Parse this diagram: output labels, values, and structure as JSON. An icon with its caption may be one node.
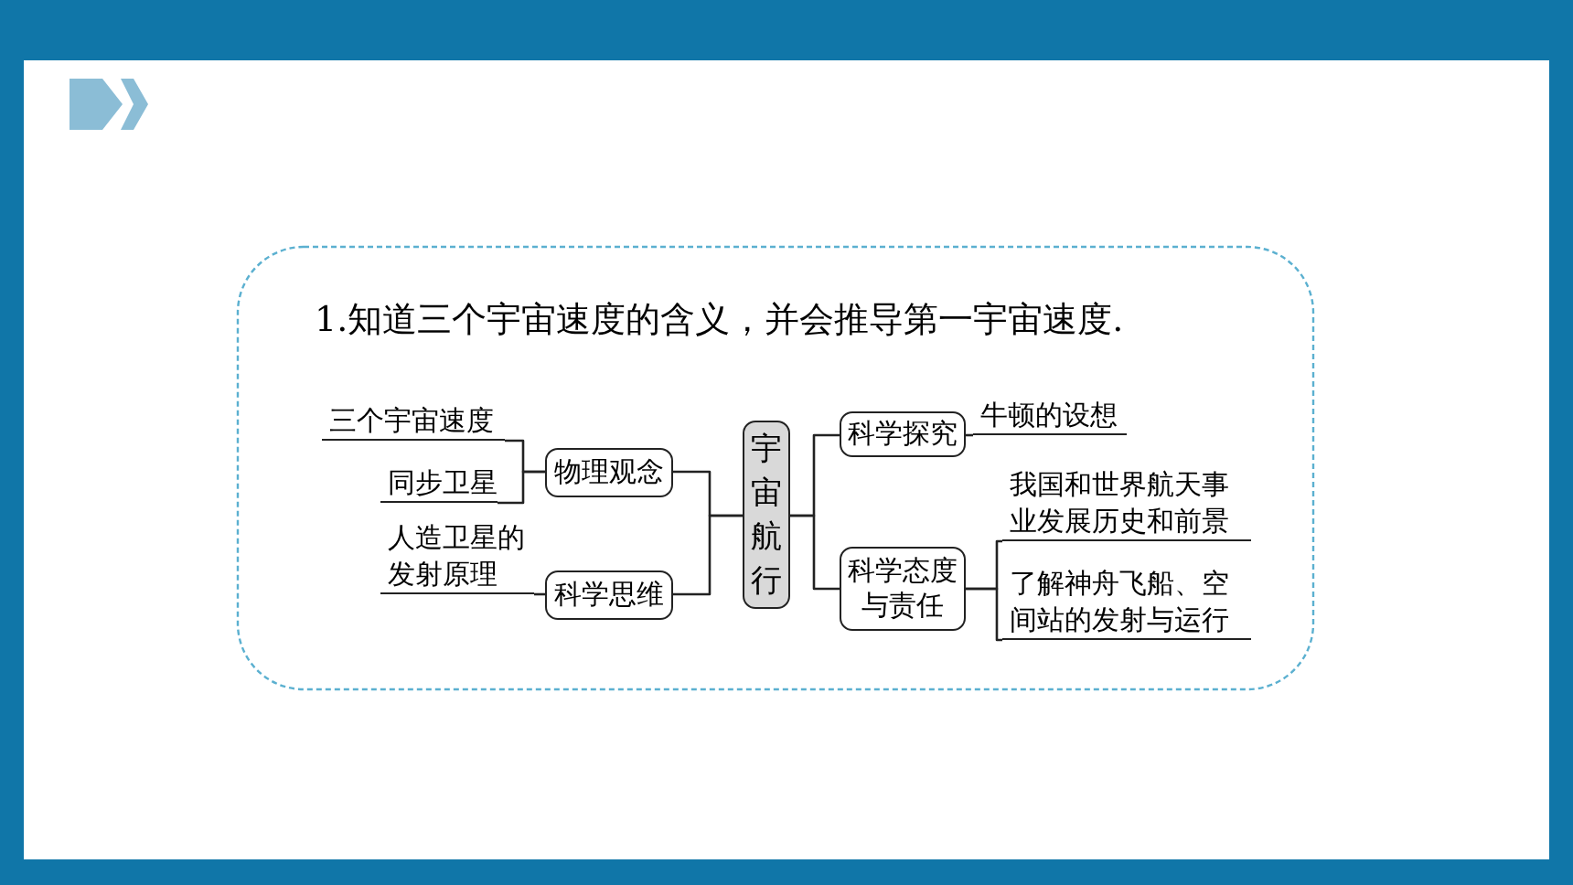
{
  "diagram": {
    "title": "1.知道三个宇宙速度的含义，并会推导第一宇宙速度.",
    "nodes": [
      {
        "text": [
          "宇宙航行"
        ]
      },
      {
        "text": [
          "物理观念"
        ]
      },
      {
        "text": [
          "科学思维"
        ]
      },
      {
        "text": [
          "科学探究"
        ]
      },
      {
        "text": [
          "科学态度与责任"
        ]
      },
      {
        "text": [
          "三个宇宙速度"
        ]
      },
      {
        "text": [
          "同步卫星"
        ]
      },
      {
        "text": [
          "人造卫星的发射原理"
        ]
      },
      {
        "text": [
          "牛顿的设想"
        ]
      },
      {
        "text": [
          "我国和世界航天事业发展历史和前景"
        ]
      },
      {
        "text": [
          "了解神舟飞船、空间站的发射与运行"
        ]
      }
    ],
    "edges": [
      {
        "from": 0,
        "to": 1,
        "arrow": "none"
      },
      {
        "from": 0,
        "to": 2,
        "arrow": "none"
      },
      {
        "from": 0,
        "to": 3,
        "arrow": "none"
      },
      {
        "from": 0,
        "to": 4,
        "arrow": "none"
      },
      {
        "from": 1,
        "to": 5,
        "arrow": "none"
      },
      {
        "from": 1,
        "to": 6,
        "arrow": "none"
      },
      {
        "from": 2,
        "to": 7,
        "arrow": "none"
      },
      {
        "from": 3,
        "to": 8,
        "arrow": "none"
      },
      {
        "from": 4,
        "to": 9,
        "arrow": "none"
      },
      {
        "from": 4,
        "to": 10,
        "arrow": "none"
      }
    ]
  }
}
